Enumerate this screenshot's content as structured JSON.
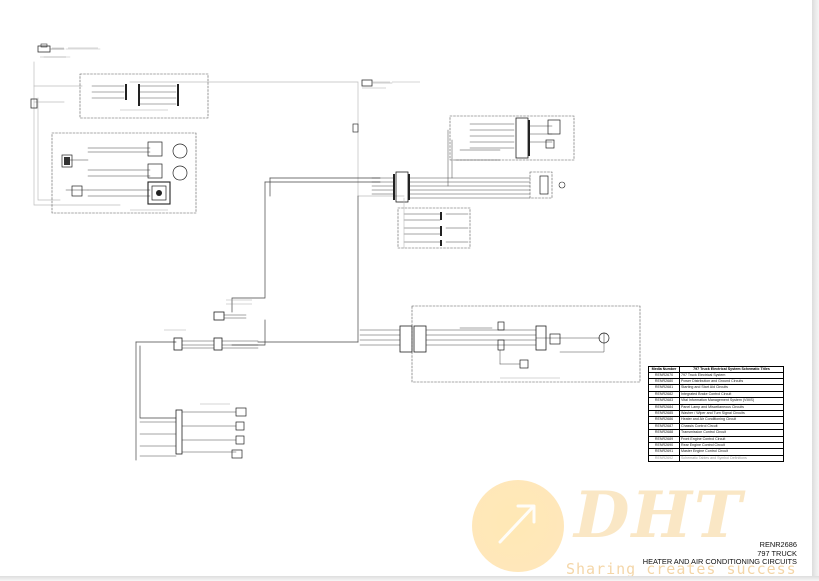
{
  "diagram": {
    "title_number": "RENR2686",
    "title_model": "797 TRUCK",
    "title_name": "HEATER AND AIR CONDITIONING CIRCUITS"
  },
  "titles_table": {
    "col1_header": "Media Number",
    "col2_header": "797 Truck Electrical System Schematic Titles",
    "rows": [
      {
        "media": "RENR2670",
        "title": "797 Truck Electrical System"
      },
      {
        "media": "RENR2680",
        "title": "Power Distribution and Ground Circuits"
      },
      {
        "media": "RENR2681",
        "title": "Starting and Start Aid Circuits"
      },
      {
        "media": "RENR2682",
        "title": "Integrated Brake Control Circuit"
      },
      {
        "media": "RENR2683",
        "title": "Vital Information Management System (VIMS)"
      },
      {
        "media": "RENR2684",
        "title": "Panel Lamp and Miscellaneous Circuits"
      },
      {
        "media": "RENR2685",
        "title": "Washer / Wiper and Turn Signal Circuits"
      },
      {
        "media": "RENR2686",
        "title": "Heater and Air Conditioning Circuit"
      },
      {
        "media": "RENR2687",
        "title": "Chassis Control Circuit"
      },
      {
        "media": "RENR2688",
        "title": "Transmission Control Circuit"
      },
      {
        "media": "RENR2689",
        "title": "Front Engine Control Circuit"
      },
      {
        "media": "RENR2690",
        "title": "Rear Engine Control Circuit"
      },
      {
        "media": "RENR2691",
        "title": "Master Engine Control Circuit"
      },
      {
        "media": "RENR2692",
        "title": "Schematic Tables and Symbol Definitions"
      }
    ]
  },
  "watermark": {
    "brand": "DHT",
    "slogan": "Sharing creates success"
  },
  "colors": {
    "wire": "#3a3a3a",
    "harness": "#b0b0b0",
    "dash": "#555555",
    "watermark": "#f3b24a"
  }
}
